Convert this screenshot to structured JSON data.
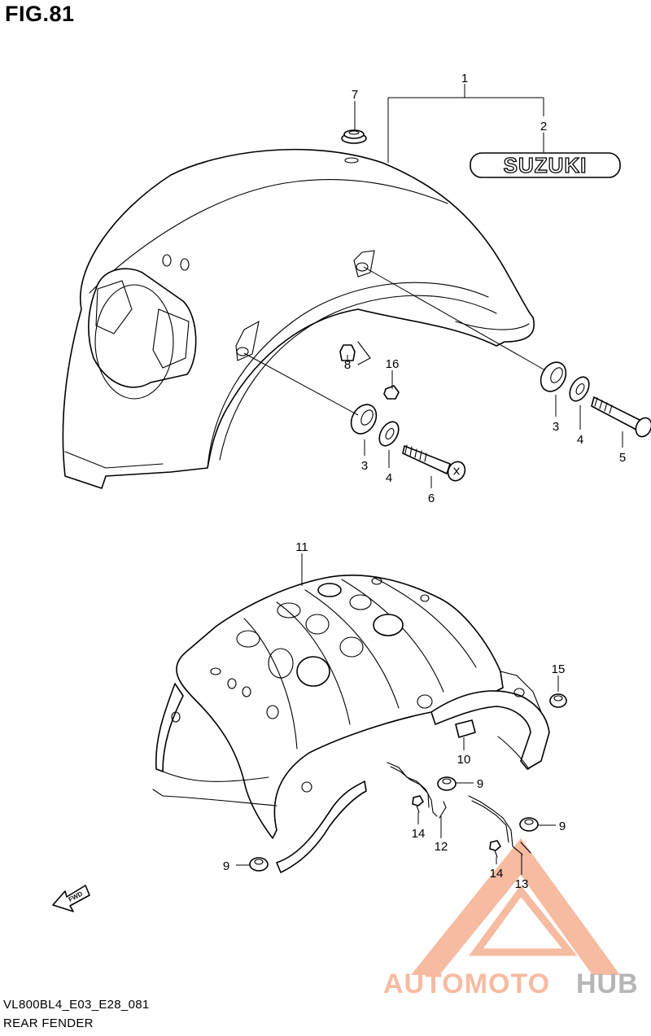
{
  "figure": {
    "title": "FIG.81",
    "model_code": "VL800BL4_E03_E28_081",
    "section_name": "REAR FENDER"
  },
  "emblem": {
    "text": "SUZUKI"
  },
  "fwd_arrow": {
    "label": "FWD"
  },
  "watermark": {
    "brand_part1": "AUTOMOTO",
    "brand_part2": "HUB",
    "color_main": "#f4a582",
    "color_hub": "#9e9e9e"
  },
  "callouts": {
    "c1": "1",
    "c2": "2",
    "c3a": "3",
    "c3b": "3",
    "c4a": "4",
    "c4b": "4",
    "c5": "5",
    "c6": "6",
    "c7": "7",
    "c8": "8",
    "c9a": "9",
    "c9b": "9",
    "c9c": "9",
    "c10": "10",
    "c11": "11",
    "c12": "12",
    "c13": "13",
    "c14a": "14",
    "c14b": "14",
    "c15": "15",
    "c16": "16"
  }
}
